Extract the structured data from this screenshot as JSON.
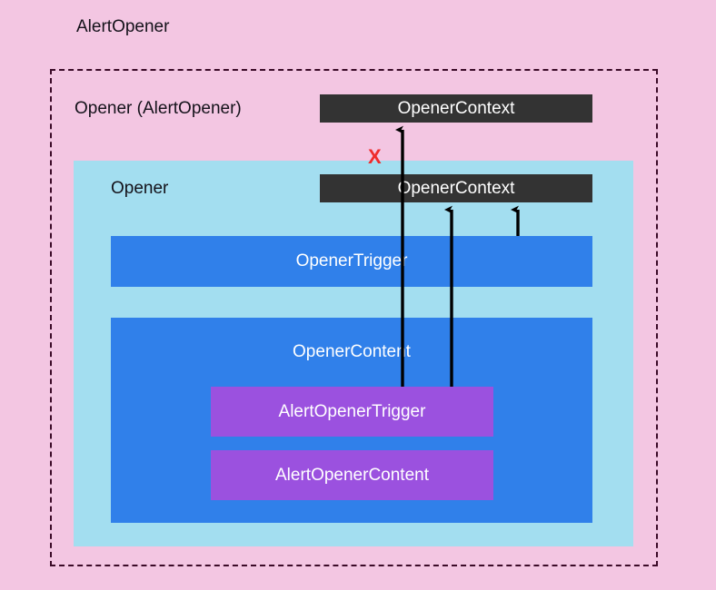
{
  "diagram": {
    "title": "AlertOpener",
    "background_color": "#f3c6e2",
    "outer_container": {
      "name": "dashed-container",
      "border_color": "#3b0b28",
      "border_style": "dashed"
    },
    "labels": {
      "opener_alertopener": "Opener (AlertOpener)",
      "opener": "Opener"
    },
    "panels": {
      "opener_panel": {
        "label": "Opener",
        "color": "#a3def0"
      }
    },
    "context_boxes": [
      {
        "label": "OpenerContext",
        "color": "#333333",
        "scope": "outer"
      },
      {
        "label": "OpenerContext",
        "color": "#333333",
        "scope": "inner"
      }
    ],
    "blue_boxes": [
      {
        "label": "OpenerTrigger",
        "color": "#3080ea"
      },
      {
        "label": "OpenerContent",
        "color": "#3080ea"
      }
    ],
    "purple_boxes": [
      {
        "label": "AlertOpenerTrigger",
        "color": "#9b51df"
      },
      {
        "label": "AlertOpenerContent",
        "color": "#9b51df"
      }
    ],
    "markers": {
      "blocked": {
        "symbol": "X",
        "color": "#ef2b2b",
        "meaning": "blocked-connection"
      }
    },
    "arrows": [
      {
        "name": "alert-trigger-to-outer-context",
        "from": "AlertOpenerTrigger",
        "to": "OpenerContext (outer)",
        "blocked": true
      },
      {
        "name": "alert-trigger-to-inner-context",
        "from": "AlertOpenerTrigger",
        "to": "OpenerContext (inner)",
        "blocked": false
      },
      {
        "name": "opener-trigger-to-inner-context",
        "from": "OpenerTrigger",
        "to": "OpenerContext (inner)",
        "blocked": false
      }
    ]
  }
}
